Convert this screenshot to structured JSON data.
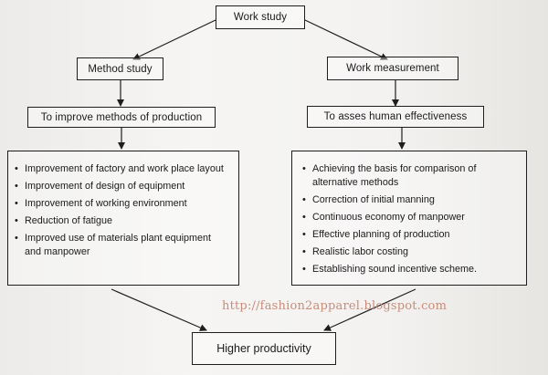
{
  "diagram": {
    "root": {
      "label": "Work study"
    },
    "branches": [
      {
        "title": "Method study",
        "objective": "To improve methods of production",
        "items": [
          "Improvement of factory and work place layout",
          "Improvement of design of equipment",
          "Improvement of working environment",
          "Reduction of fatigue",
          "Improved use of materials plant equipment and manpower"
        ]
      },
      {
        "title": "Work measurement",
        "objective": "To asses human effectiveness",
        "items": [
          "Achieving the basis for comparison of alternative methods",
          "Correction of initial manning",
          "Continuous economy of manpower",
          "Effective planning of production",
          "Realistic labor costing",
          "Establishing sound incentive scheme."
        ]
      }
    ],
    "outcome": {
      "label": "Higher productivity"
    },
    "watermark": "http://fashion2apparel.blogspot.com",
    "bullet_glyph": "•"
  }
}
